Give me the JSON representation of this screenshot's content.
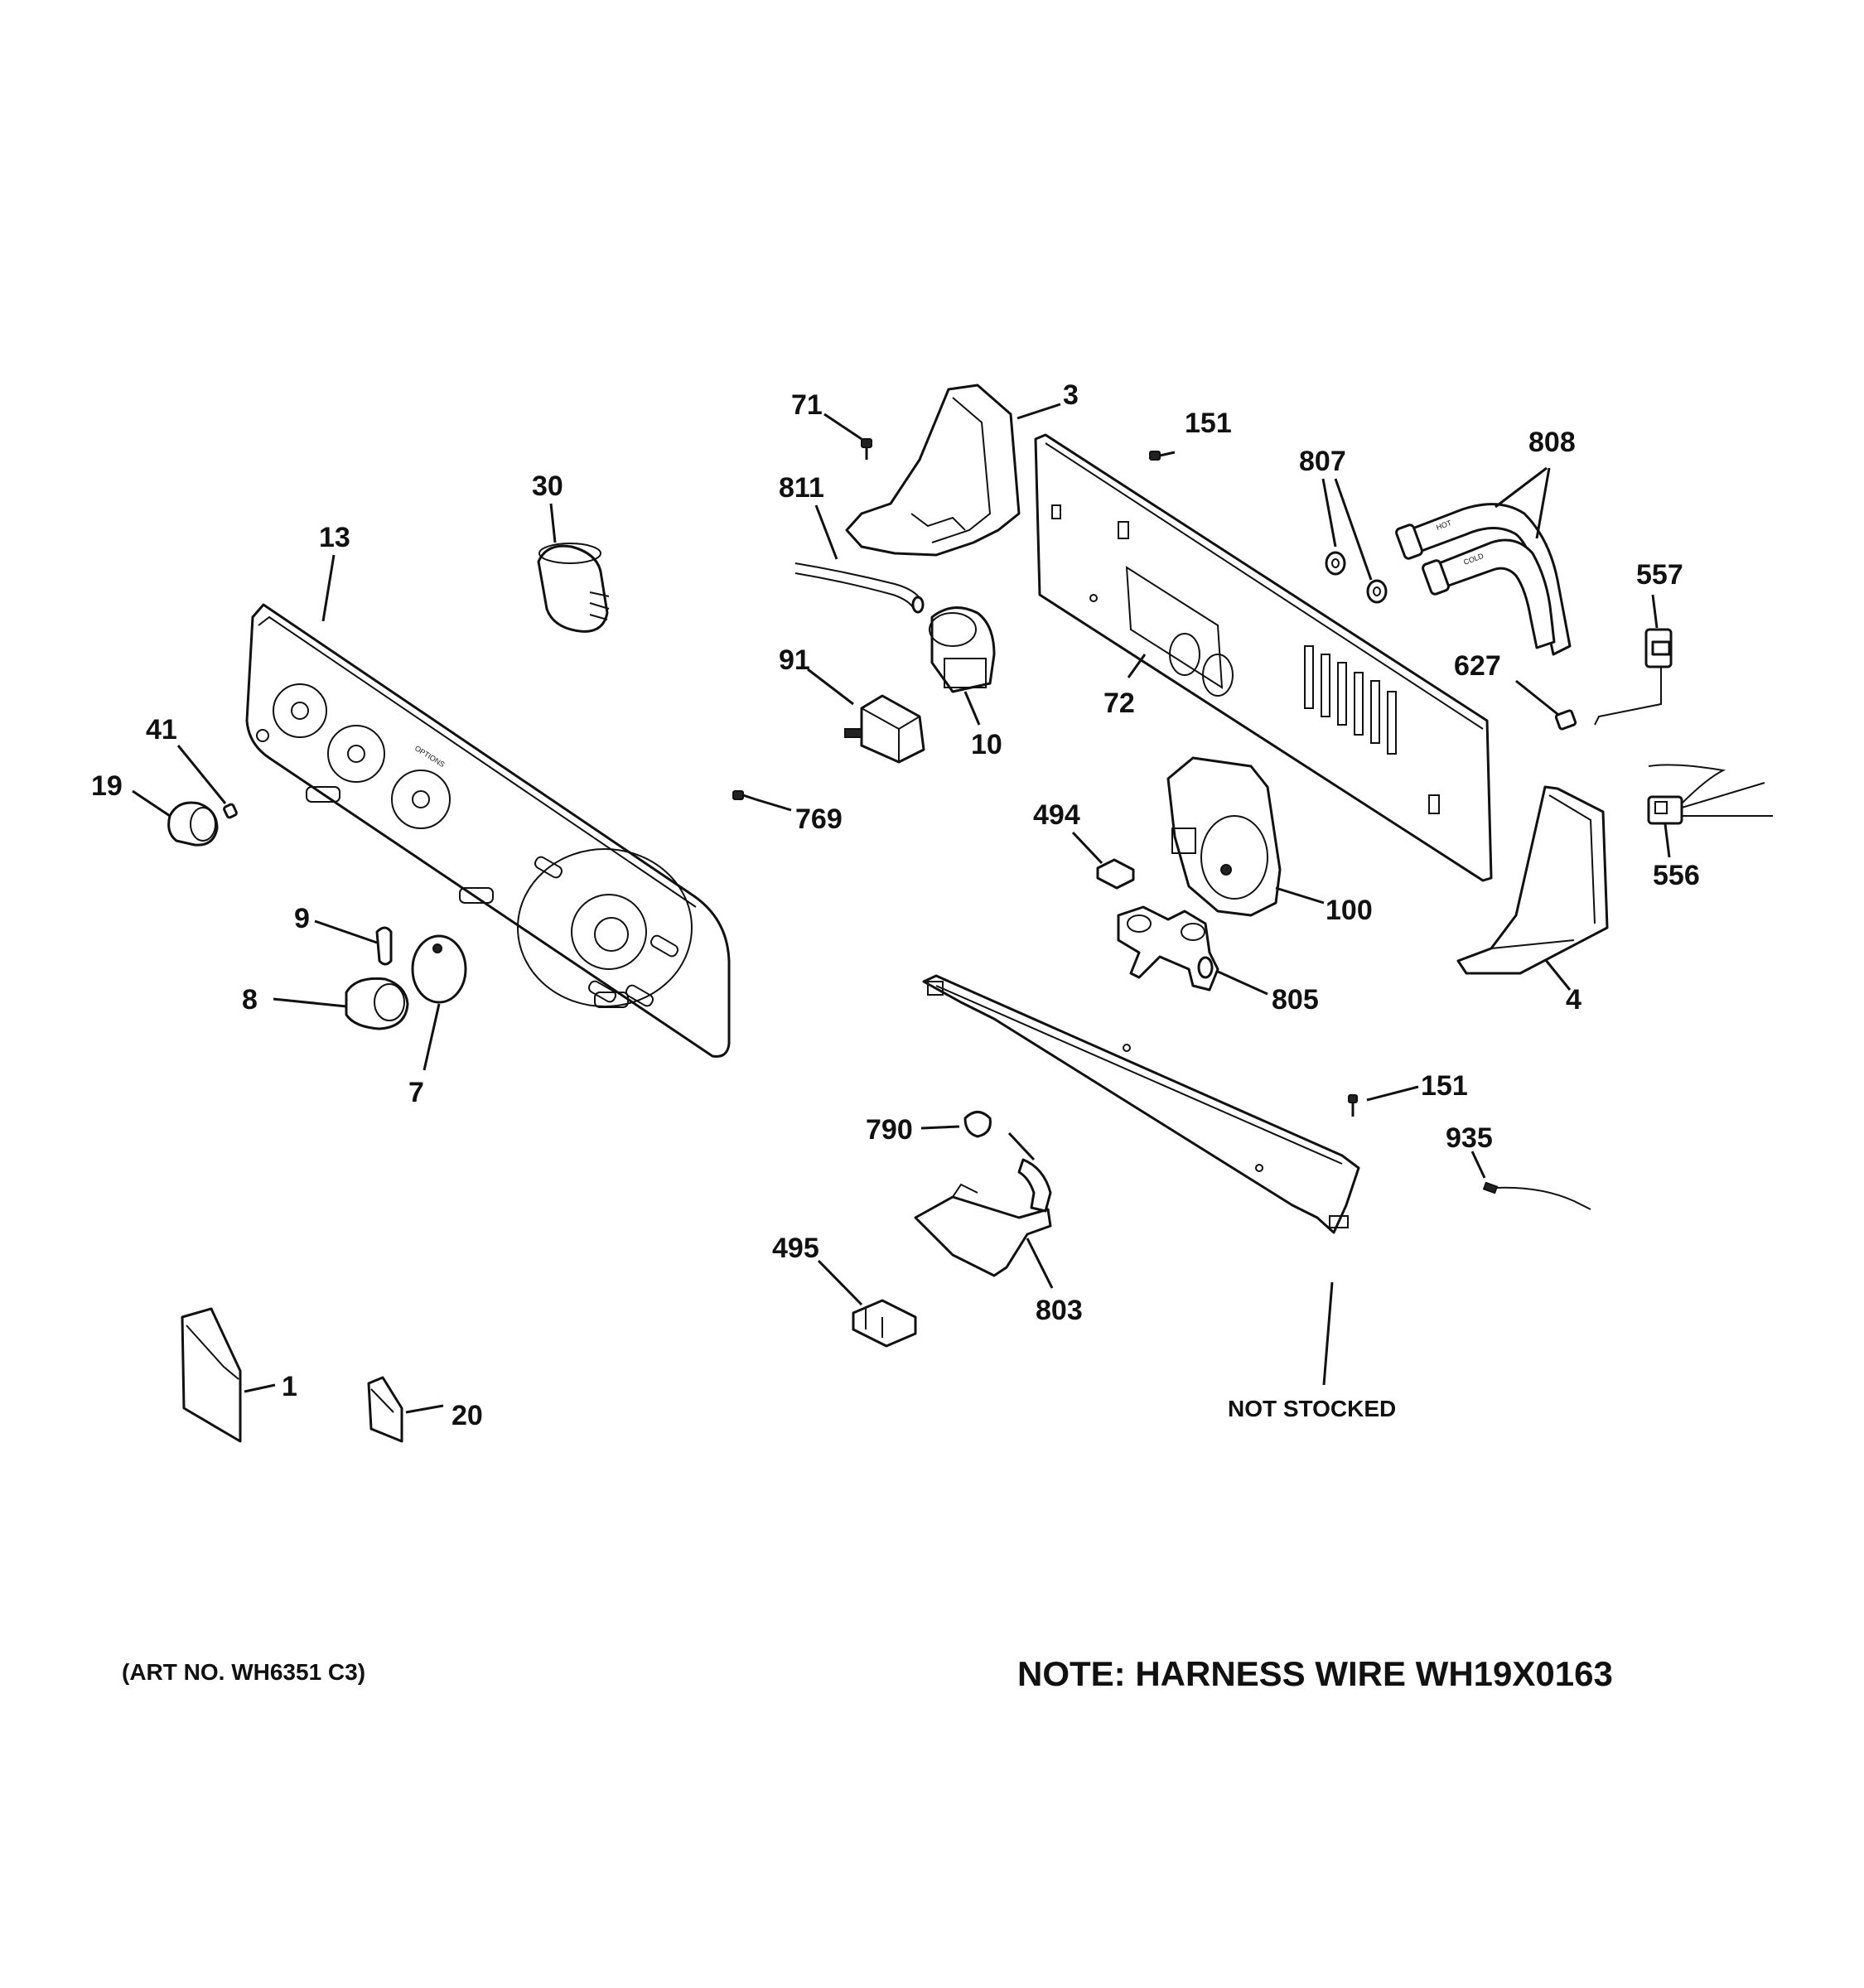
{
  "callouts": {
    "p71": "71",
    "p3": "3",
    "p151a": "151",
    "p807": "807",
    "p808": "808",
    "p30": "30",
    "p811": "811",
    "p13": "13",
    "p557": "557",
    "p91": "91",
    "p10": "10",
    "p72": "72",
    "p627": "627",
    "p41": "41",
    "p19": "19",
    "p769": "769",
    "p494": "494",
    "p556": "556",
    "p100": "100",
    "p9": "9",
    "p805": "805",
    "p4": "4",
    "p8": "8",
    "p7": "7",
    "p151b": "151",
    "p790": "790",
    "p935": "935",
    "p495": "495",
    "p803": "803",
    "p1": "1",
    "p20": "20"
  },
  "labels": {
    "not_stocked": "NOT STOCKED",
    "art_no": "(ART NO. WH6351 C3)",
    "note": "NOTE: HARNESS WIRE WH19X0163",
    "hose_hot": "HOT",
    "hose_cold": "COLD",
    "panel_options": "OPTIONS"
  }
}
